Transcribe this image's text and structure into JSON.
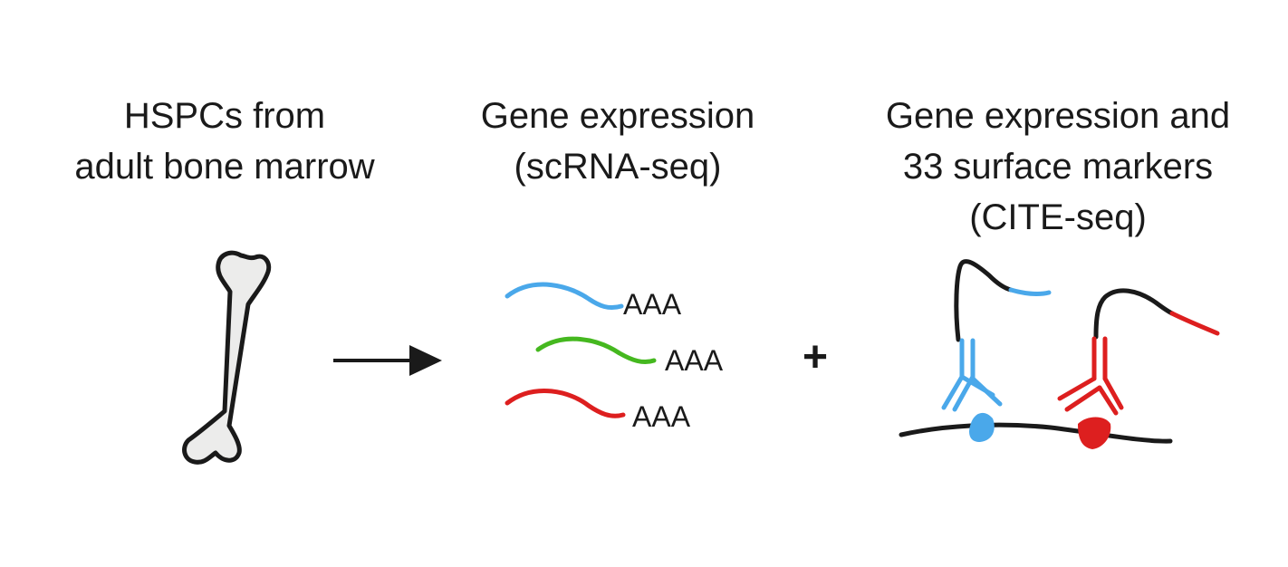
{
  "columns": [
    {
      "heading_lines": [
        "HSPCs from",
        "adult bone marrow"
      ],
      "icon": "bone-icon"
    },
    {
      "heading_lines": [
        "Gene expression",
        "(scRNA-seq)"
      ],
      "transcripts": [
        {
          "color": "#4aa8ea",
          "tail_label": "AAA"
        },
        {
          "color": "#45b81f",
          "tail_label": "AAA"
        },
        {
          "color": "#dd1f1f",
          "tail_label": "AAA"
        }
      ]
    },
    {
      "heading_lines": [
        "Gene expression and",
        "33 surface markers",
        "(CITE-seq)"
      ],
      "antibodies": [
        {
          "color": "#4aa8ea"
        },
        {
          "color": "#dd1f1f"
        }
      ]
    }
  ],
  "plus_symbol": "+",
  "colors": {
    "text": "#1a1a1a",
    "bone_fill": "#ececeb",
    "blue": "#4aa8ea",
    "green": "#45b81f",
    "red": "#dd1f1f"
  }
}
